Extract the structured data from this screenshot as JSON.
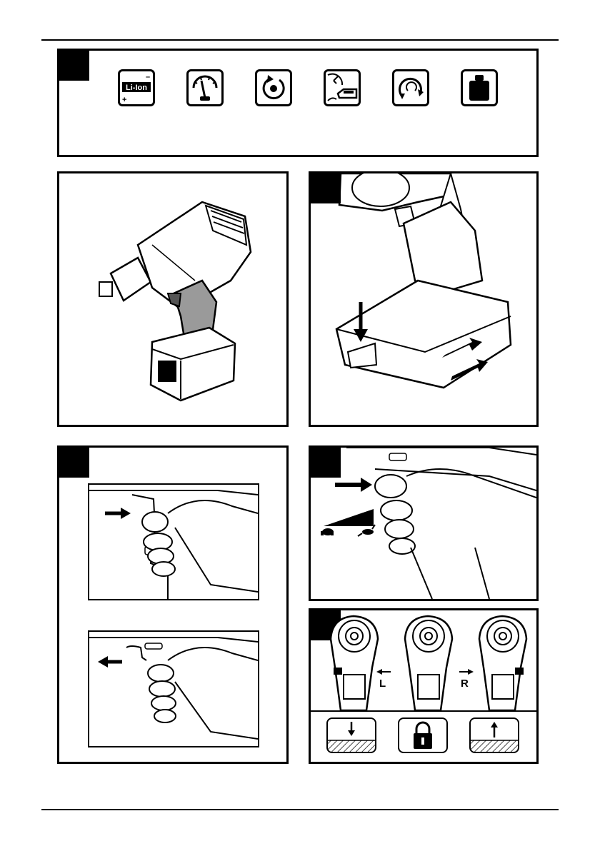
{
  "top_icons": [
    {
      "name": "li-ion-battery-icon",
      "text": "Li-Ion",
      "plus": "+",
      "minus": "–"
    },
    {
      "name": "voltage-gauge-icon"
    },
    {
      "name": "no-load-speed-icon"
    },
    {
      "name": "charging-time-icon"
    },
    {
      "name": "torque-icon"
    },
    {
      "name": "weight-icon"
    }
  ],
  "direction_labels": {
    "left": "L",
    "right": "R"
  },
  "colors": {
    "ink": "#000000",
    "tool_gray": "#9a9a9a",
    "page": "#ffffff"
  }
}
